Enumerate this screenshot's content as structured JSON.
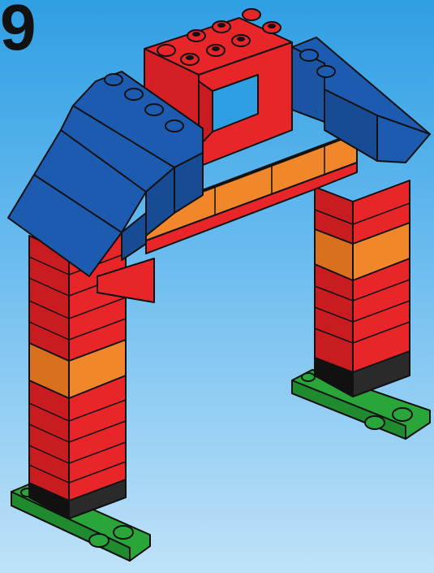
{
  "step": {
    "number": "9"
  },
  "colors": {
    "background_top": "#2f9fe3",
    "background_bottom": "#bfe2f8",
    "red": "#e8262a",
    "orange": "#f0872b",
    "blue": "#1c5bb0",
    "black": "#1e1e1e",
    "green": "#2aa53a"
  },
  "illustration": {
    "subject": "brick-arch-gate",
    "parts": [
      "red-window-frame-brick",
      "blue-roof-slopes",
      "red-and-orange-lintel-bricks",
      "left-column",
      "right-column",
      "black-base-bricks",
      "green-base-plates"
    ]
  }
}
